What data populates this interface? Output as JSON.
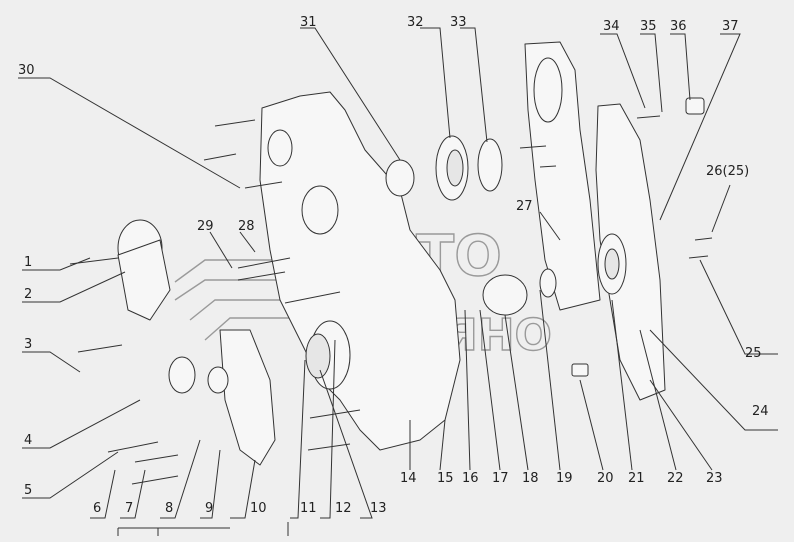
{
  "labels": [
    "1",
    "2",
    "3",
    "4",
    "5",
    "6",
    "7",
    "8",
    "9",
    "10",
    "11",
    "12",
    "13",
    "14",
    "15",
    "16",
    "17",
    "18",
    "19",
    "20",
    "21",
    "22",
    "23",
    "24",
    "25",
    "26(25)",
    "27",
    "28",
    "29",
    "30",
    "31",
    "32",
    "33",
    "34",
    "35",
    "36",
    "37"
  ],
  "watermark": {
    "line1": "АВТО",
    "line2": "ЗАВЯНО"
  }
}
